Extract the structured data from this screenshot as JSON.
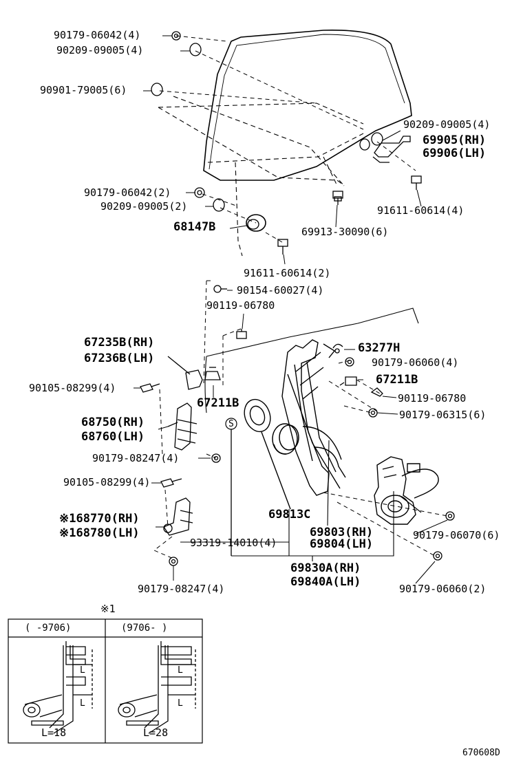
{
  "labels": {
    "p1": "90179-06042(4)",
    "p2": "90209-09005(4)",
    "p3": "90901-79005(6)",
    "p4": "90209-09005(4)",
    "p5": "69905(RH)",
    "p6": "69906(LH)",
    "p7": "90179-06042(2)",
    "p8": "90209-09005(2)",
    "p9": "91611-60614(4)",
    "p10": "68147B",
    "p11": "69913-30090(6)",
    "p12": "91611-60614(2)",
    "p13": "90154-60027(4)",
    "p14": "90119-06780",
    "p15": "67235B(RH)",
    "p16": "67236B(LH)",
    "p17": "63277H",
    "p18": "90179-06060(4)",
    "p19": "90105-08299(4)",
    "p20": "67211B",
    "p21": "67211B",
    "p22": "90119-06780",
    "p23": "68750(RH)",
    "p24": "68760(LH)",
    "p25": "90179-06315(6)",
    "p26": "90179-08247(4)",
    "p27": "90105-08299(4)",
    "p28": "69813C",
    "p29": "※168770(RH)",
    "p30": "※168780(LH)",
    "p31": "69803(RH)",
    "p32": "69804(LH)",
    "p33": "90179-06070(6)",
    "p34": "93319-14010(4)",
    "p35": "69830A(RH)",
    "p36": "69840A(LH)",
    "p37": "90179-08247(4)",
    "p38": "90179-06060(2)",
    "s_mark": "S",
    "note_mark": "※1"
  },
  "inset": {
    "left_header": "(   -9706)",
    "right_header": "(9706-   )",
    "left_dim_label": "L",
    "right_dim_label": "L",
    "left_value": "L=18",
    "right_value": "L=28"
  },
  "footer": {
    "figure_id": "670608D"
  }
}
